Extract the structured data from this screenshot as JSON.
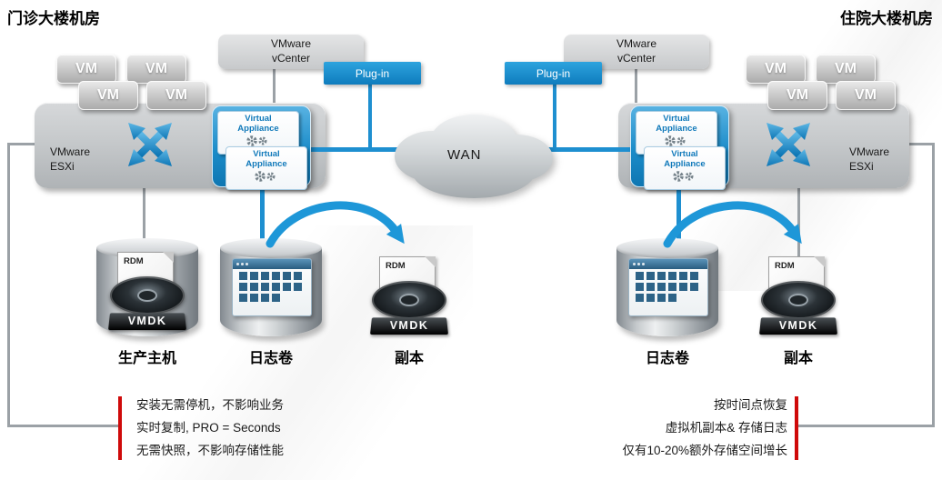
{
  "colors": {
    "accent_blue": "#1e8fd0",
    "line_gray": "#9ba1a6",
    "note_red": "#cf0a0a"
  },
  "titles": {
    "left": "门诊大楼机房",
    "right": "住院大楼机房"
  },
  "wan": {
    "label": "WAN"
  },
  "left_site": {
    "vms": [
      "VM",
      "VM",
      "VM",
      "VM"
    ],
    "vcenter": "VMware\nvCenter",
    "plugin": "Plug-in",
    "esxi": "VMware\nESXi",
    "appliance1": "Virtual Appliance",
    "appliance2": "Virtual Appliance"
  },
  "right_site": {
    "vms": [
      "VM",
      "VM",
      "VM",
      "VM"
    ],
    "vcenter": "VMware\nvCenter",
    "plugin": "Plug-in",
    "esxi": "VMware\nESXi",
    "appliance1": "Virtual Appliance",
    "appliance2": "Virtual Appliance"
  },
  "storage": {
    "left": {
      "production": {
        "label": "生产主机",
        "rdm": "RDM",
        "vmdk": "VMDK"
      },
      "log": {
        "label": "日志卷"
      },
      "replica": {
        "label": "副本",
        "rdm": "RDM",
        "vmdk": "VMDK"
      }
    },
    "right": {
      "log": {
        "label": "日志卷"
      },
      "replica": {
        "label": "副本",
        "rdm": "RDM",
        "vmdk": "VMDK"
      }
    }
  },
  "notes": {
    "left": [
      "安装无需停机，不影响业务",
      "实时复制, PRO = Seconds",
      "无需快照，不影响存储性能"
    ],
    "right": [
      "按时间点恢复",
      "虚拟机副本& 存储日志",
      "仅有10-20%额外存储空间增长"
    ]
  }
}
